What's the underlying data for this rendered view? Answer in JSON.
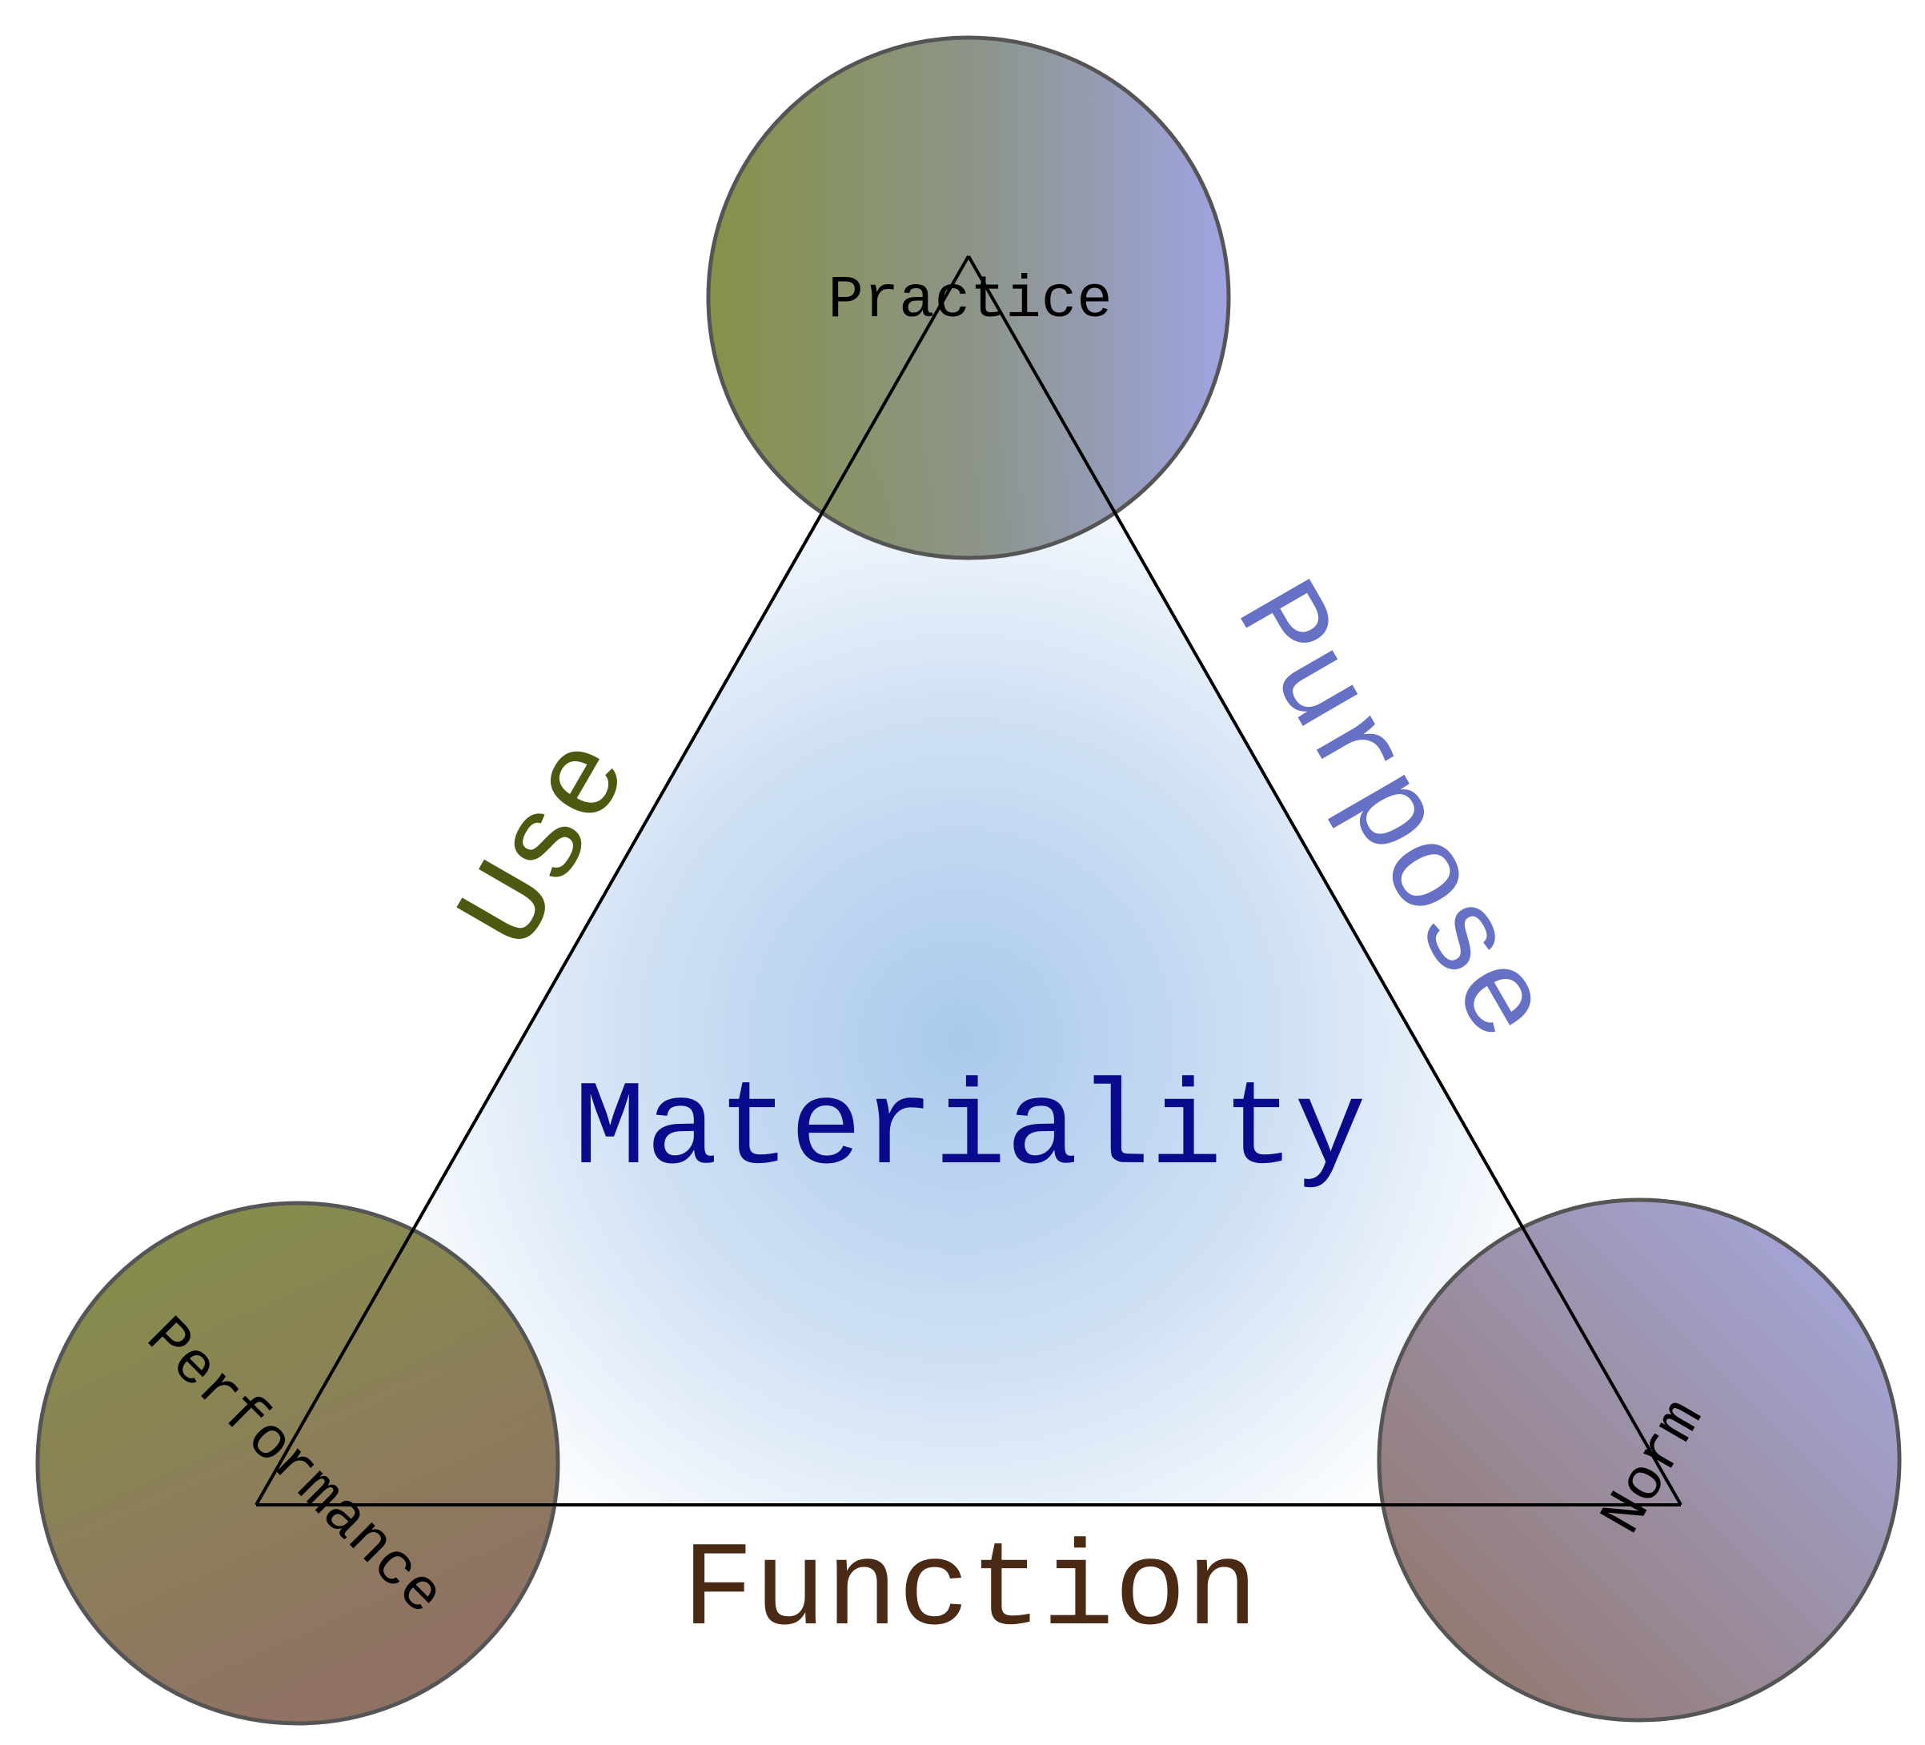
{
  "center": {
    "label": "Materiality"
  },
  "nodes": [
    {
      "id": "practice",
      "label": "Practice"
    },
    {
      "id": "performance",
      "label": "Performance"
    },
    {
      "id": "norm",
      "label": "Norm"
    }
  ],
  "edges": [
    {
      "id": "use",
      "label": "Use",
      "from": "performance",
      "to": "practice"
    },
    {
      "id": "purpose",
      "label": "Purpose",
      "from": "practice",
      "to": "norm"
    },
    {
      "id": "function",
      "label": "Function",
      "from": "performance",
      "to": "norm"
    }
  ],
  "colors": {
    "center_text": "#0a0a8c",
    "use_text": "#4b5a10",
    "purpose_text": "#6670c4",
    "function_text": "#4a2a14",
    "node_text": "#000000",
    "node_outline": "#555555",
    "olive": "#7f8c3f",
    "lavender": "#9a9fe0",
    "brown": "#8a6a58",
    "triangle_fill_center": "#a8c8ec",
    "triangle_stroke": "#000000"
  }
}
